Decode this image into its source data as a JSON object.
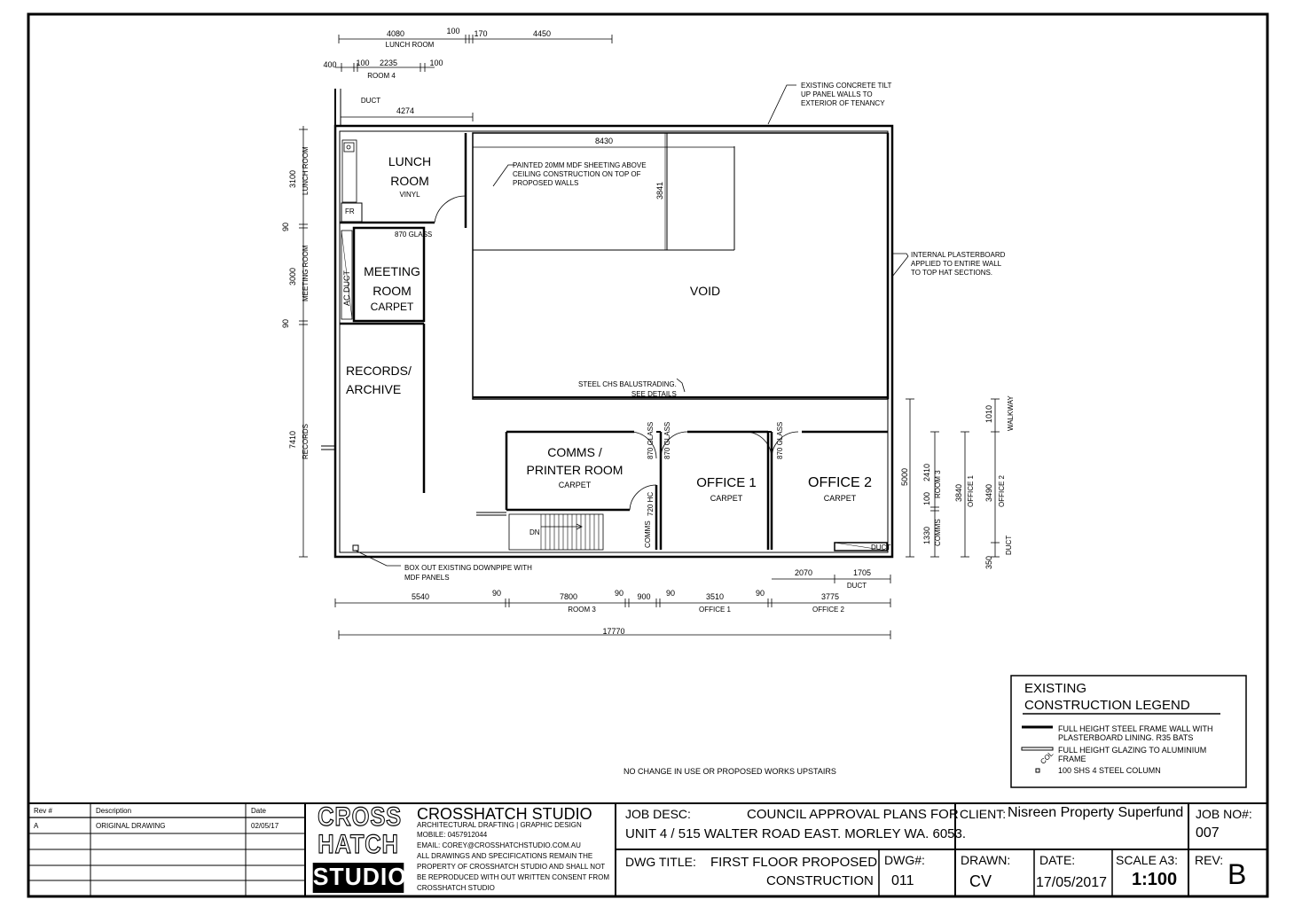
{
  "plan": {
    "rooms": {
      "lunch_room": "LUNCH\nROOM",
      "lunch_floor": "VINYL",
      "fridge": "FR",
      "meeting_room": "MEETING\nROOM",
      "meeting_floor": "CARPET",
      "ac_duct": "AC DUCT",
      "records": "RECORDS/\nARCHIVE",
      "void": "VOID",
      "comms_printer": "COMMS /\nPRINTER ROOM",
      "comms_floor": "CARPET",
      "office1": "OFFICE 1",
      "office1_floor": "CARPET",
      "office2": "OFFICE 2",
      "office2_floor": "CARPET",
      "comms": "COMMS",
      "stair_dn": "DN",
      "duct_corner": "DUCT"
    },
    "notes": {
      "existing_concrete": "EXISTING CONCRETE TILT\nUP PANEL WALLS TO\nEXTERIOR OF TENANCY",
      "mdf_sheeting": "PAINTED 20MM MDF SHEETING ABOVE\nCEILING CONSTRUCTION ON TOP OF\nPROPOSED WALLS",
      "internal_plaster": "INTERNAL PLASTERBOARD\nAPPLIED TO ENTIRE WALL\nTO TOP HAT SECTIONS.",
      "balustrading": "STEEL CHS BALUSTRADING.\nSEE DETAILS",
      "box_out": "BOX OUT EXISTING DOWNPIPE WITH\nMDF PANELS",
      "no_change": "NO CHANGE IN USE OR PROPOSED WORKS UPSTAIRS"
    },
    "doors": {
      "glass_870_lunch": "870 GLASS",
      "glass_870_a": "870 GLASS",
      "glass_870_b": "870 GLASS",
      "glass_870_c": "870 GLASS",
      "hc_720": "720 HC"
    },
    "dims_top": {
      "d4080": "4080",
      "lunch_room": "LUNCH ROOM",
      "d100a": "100",
      "d170": "170",
      "d4450": "4450",
      "d400": "400",
      "d100b": "100",
      "d2235": "2235",
      "d100c": "100",
      "room4": "ROOM 4",
      "duct": "DUCT",
      "d4274": "4274",
      "d8430": "8430",
      "d3841": "3841"
    },
    "dims_left": {
      "d3100": "3100",
      "lunch_room": "LUNCH ROOM",
      "d90a": "90",
      "d3000": "3000",
      "meeting_room": "MEETING ROOM",
      "d90b": "90",
      "d7410": "7410",
      "records": "RECORDS"
    },
    "dims_bottom": {
      "d2070": "2070",
      "d1705": "1705",
      "duct": "DUCT",
      "d5540": "5540",
      "d90a": "90",
      "d7800": "7800",
      "room3": "ROOM 3",
      "d90b": "90",
      "d900": "900",
      "d90c": "90",
      "d3510": "3510",
      "office1": "OFFICE 1",
      "d90d": "90",
      "d3775": "3775",
      "office2": "OFFICE 2",
      "d17770": "17770"
    },
    "dims_right": {
      "d5000": "5000",
      "d2410": "2410",
      "room3": "ROOM 3",
      "d100": "100",
      "d1330": "1330",
      "comms": "COMMS",
      "d3840": "3840",
      "office1": "OFFICE 1",
      "d1010": "1010",
      "walkway": "WALKWAY",
      "d3490": "3490",
      "office2": "OFFICE 2",
      "d350": "350",
      "duct": "DUCT"
    }
  },
  "legend": {
    "title": "EXISTING\nCONSTRUCTION LEGEND",
    "item1": "FULL HEIGHT STEEL FRAME WALL WITH\nPLASTERBOARD LINING. R35 BATS",
    "item2": "FULL HEIGHT GLAZING TO ALUMINIUM\nFRAME",
    "item3": "100 SHS 4 STEEL COLUMN",
    "col": "COL"
  },
  "title_block": {
    "rev_header": "Rev #",
    "desc_header": "Description",
    "date_header": "Date",
    "rev1": "A",
    "desc1": "ORIGINAL DRAWING",
    "date1": "02/05/17",
    "logo_line1": "CROSS",
    "logo_line2": "HATCH",
    "logo_line3": "STUDIO",
    "studio_name": "CROSSHATCH STUDIO",
    "studio_line1": "ARCHITECTURAL DRAFTING | GRAPHIC DESIGN",
    "studio_line2": "MOBILE: 0457912044",
    "studio_line3": "EMAIL: COREY@CROSSHATCHSTUDIO.COM.AU",
    "studio_line4": "ALL DRAWINGS AND SPECIFICATIONS REMAIN THE",
    "studio_line5": "PROPERTY OF CROSSHATCH STUDIO AND SHALL NOT",
    "studio_line6": "BE REPRODUCED WITH OUT WRITTEN CONSENT FROM",
    "studio_line7": "CROSSHATCH STUDIO",
    "job_desc_label": "JOB DESC:",
    "job_desc_1": "COUNCIL APPROVAL PLANS FOR",
    "job_desc_2": "UNIT 4 / 515 WALTER ROAD EAST. MORLEY WA. 6053.",
    "client_label": "CLIENT:",
    "client_value": "Nisreen Property Superfund",
    "job_no_label": "JOB  NO#:",
    "job_no_value": "007",
    "dwg_title_label": "DWG TITLE:",
    "dwg_title_1": "FIRST FLOOR PROPOSED",
    "dwg_title_2": "CONSTRUCTION",
    "dwg_no_label": "DWG#:",
    "dwg_no_value": "011",
    "drawn_label": "DRAWN:",
    "drawn_value": "CV",
    "date_label": "DATE:",
    "date_value": "17/05/2017",
    "scale_label": "SCALE A3:",
    "scale_value": "1:100",
    "rev_label": "REV:",
    "rev_value": "B"
  }
}
